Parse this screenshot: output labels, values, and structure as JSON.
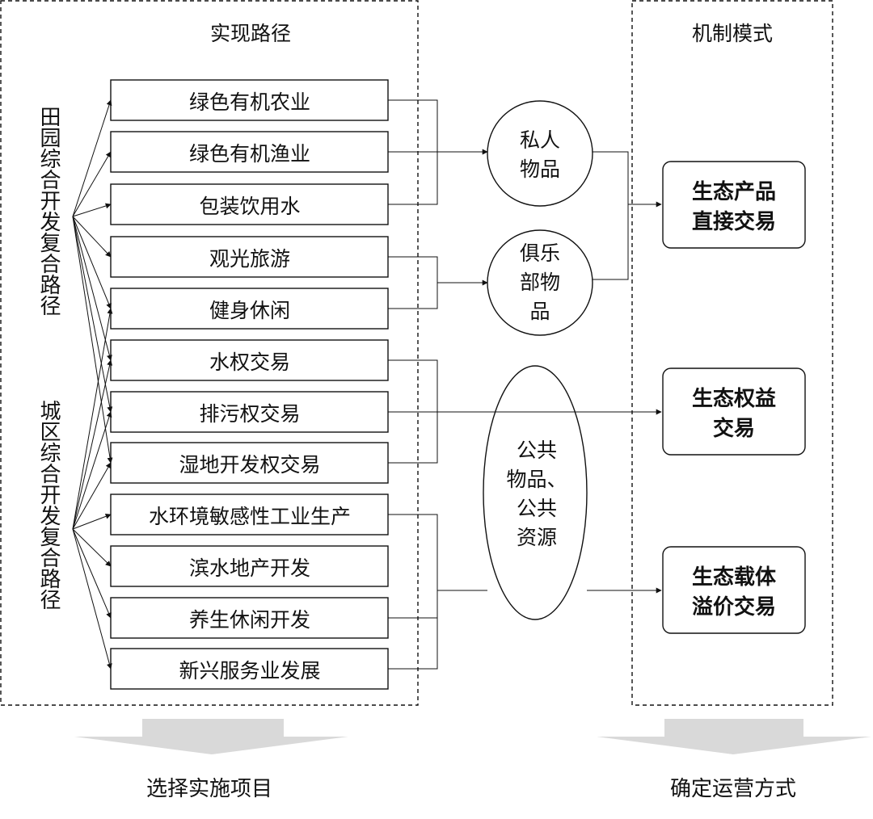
{
  "headings": {
    "left_column": "实现路径",
    "right_column": "机制模式"
  },
  "path_groups": [
    {
      "id": "rural",
      "label": "田园综合开发复合路径",
      "targets": [
        0,
        1,
        2,
        3,
        4,
        5,
        6,
        7
      ]
    },
    {
      "id": "urban",
      "label": "城区综合开发复合路径",
      "targets": [
        4,
        5,
        6,
        7,
        8,
        9,
        10,
        11
      ]
    }
  ],
  "projects": [
    "绿色有机农业",
    "绿色有机渔业",
    "包装饮用水",
    "观光旅游",
    "健身休闲",
    "水权交易",
    "排污权交易",
    "湿地开发权交易",
    "水环境敏感性工业生产",
    "滨水地产开发",
    "养生休闲开发",
    "新兴服务业发展"
  ],
  "goods": [
    {
      "id": "private",
      "lines": [
        "私人",
        "物品"
      ],
      "projects": [
        0,
        1,
        2
      ]
    },
    {
      "id": "club",
      "lines": [
        "俱乐",
        "部物",
        "品"
      ],
      "projects": [
        3,
        4
      ]
    },
    {
      "id": "public",
      "lines": [
        "公共",
        "物品、",
        "公共",
        "资源"
      ],
      "projects": [
        5,
        6,
        7,
        8,
        9,
        10,
        11
      ]
    }
  ],
  "mechanisms": [
    {
      "id": "direct",
      "lines": [
        "生态产品",
        "直接交易"
      ]
    },
    {
      "id": "rights",
      "lines": [
        "生态权益",
        "交易"
      ]
    },
    {
      "id": "premium",
      "lines": [
        "生态载体",
        "溢价交易"
      ]
    }
  ],
  "footer": {
    "left": "选择实施项目",
    "right": "确定运营方式"
  },
  "colors": {
    "line": "#111111",
    "footer_arrow": "#d9d9d9"
  }
}
